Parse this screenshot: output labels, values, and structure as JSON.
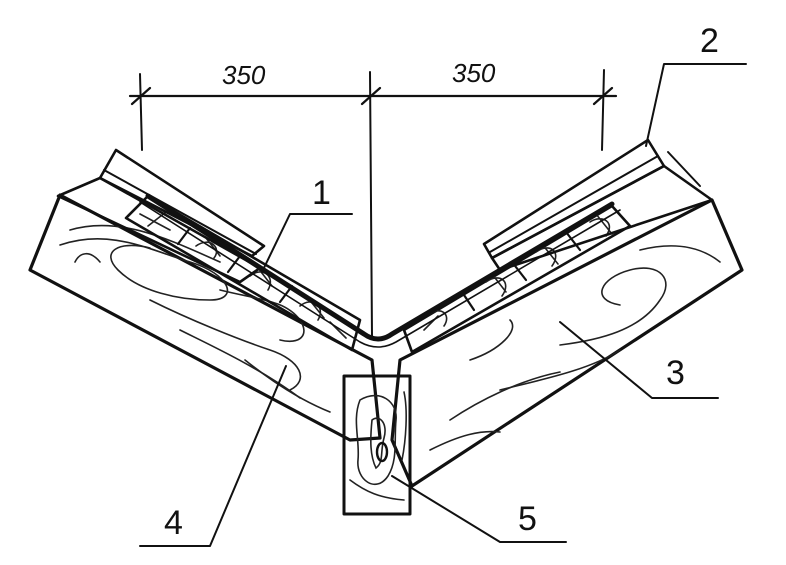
{
  "dimensions": {
    "left": "350",
    "right": "350"
  },
  "callouts": {
    "c1": "1",
    "c2": "2",
    "c3": "3",
    "c4": "4",
    "c5": "5"
  },
  "colors": {
    "ink": "#111111",
    "background": "#ffffff"
  }
}
